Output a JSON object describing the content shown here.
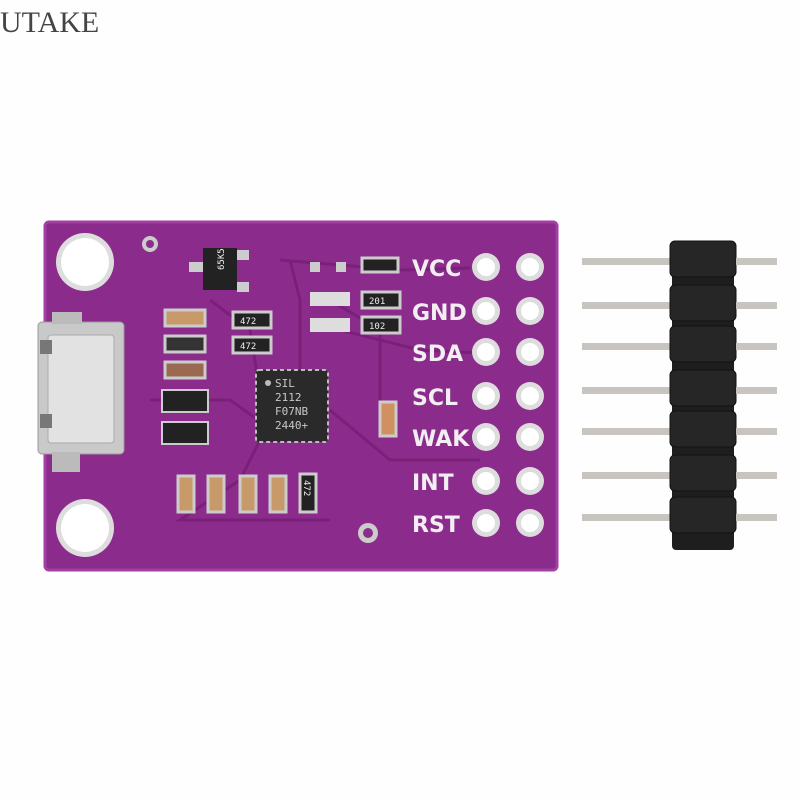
{
  "watermark": "UTAKE",
  "board": {
    "color": "#8b2c8c",
    "pin_labels": [
      "VCC",
      "GND",
      "SDA",
      "SCL",
      "WAK",
      "INT",
      "RST"
    ],
    "chip_lines": [
      "SIL",
      "2112",
      "F07NB",
      "2440+"
    ],
    "transistor_mark": "65K5",
    "resistor_marks": [
      "472",
      "472",
      "201",
      "102",
      "472"
    ]
  }
}
